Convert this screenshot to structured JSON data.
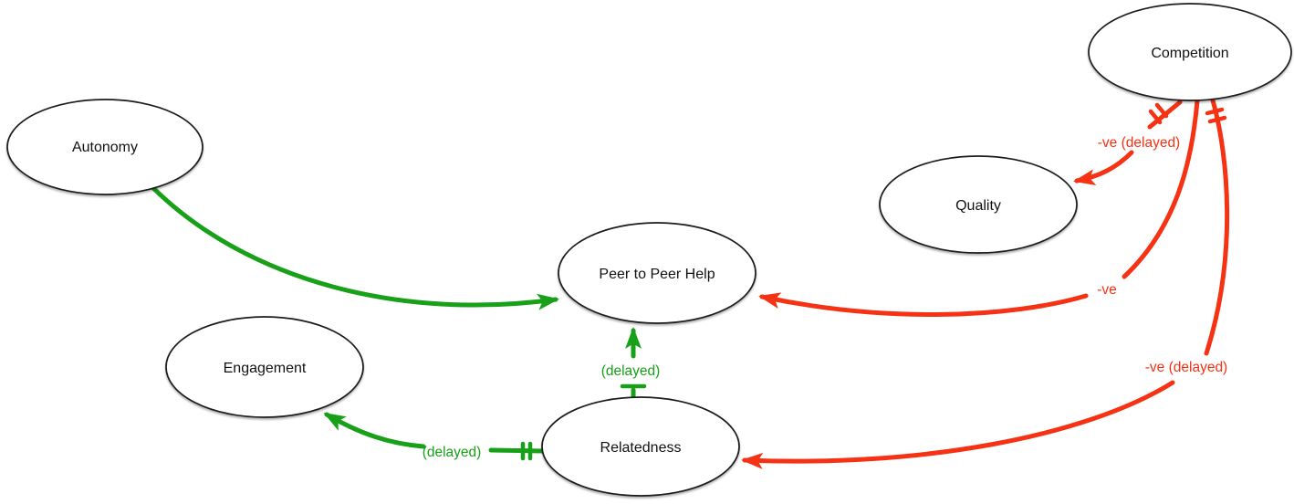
{
  "diagram": {
    "type": "causal-loop-diagram",
    "colors": {
      "positive_link": "#18a018",
      "negative_link": "#f53214",
      "node_outline": "#1c1c1c",
      "node_fill": "#ffffff",
      "background": "#ffffff"
    },
    "nodes": {
      "autonomy": {
        "label": "Autonomy"
      },
      "competition": {
        "label": "Competition"
      },
      "quality": {
        "label": "Quality"
      },
      "peer_to_peer_help": {
        "label": "Peer to Peer Help"
      },
      "engagement": {
        "label": "Engagement"
      },
      "relatedness": {
        "label": "Relatedness"
      }
    },
    "edges": {
      "autonomy_to_peer_help": {
        "from": "Autonomy",
        "to": "Peer to Peer Help",
        "polarity": "positive"
      },
      "relatedness_to_peer_help": {
        "from": "Relatedness",
        "to": "Peer to Peer Help",
        "polarity": "positive",
        "label": "(delayed)",
        "delay_marks": true
      },
      "relatedness_to_engagement": {
        "from": "Relatedness",
        "to": "Engagement",
        "polarity": "positive",
        "label": "(delayed)",
        "delay_marks": true
      },
      "competition_to_quality": {
        "from": "Competition",
        "to": "Quality",
        "polarity": "negative",
        "label": "-ve (delayed)",
        "delay_marks": true
      },
      "competition_to_peer_help": {
        "from": "Competition",
        "to": "Peer to Peer Help",
        "polarity": "negative",
        "label": "-ve",
        "delay_marks": false
      },
      "competition_to_relatedness": {
        "from": "Competition",
        "to": "Relatedness",
        "polarity": "negative",
        "label": "-ve (delayed)",
        "delay_marks": true
      }
    }
  }
}
